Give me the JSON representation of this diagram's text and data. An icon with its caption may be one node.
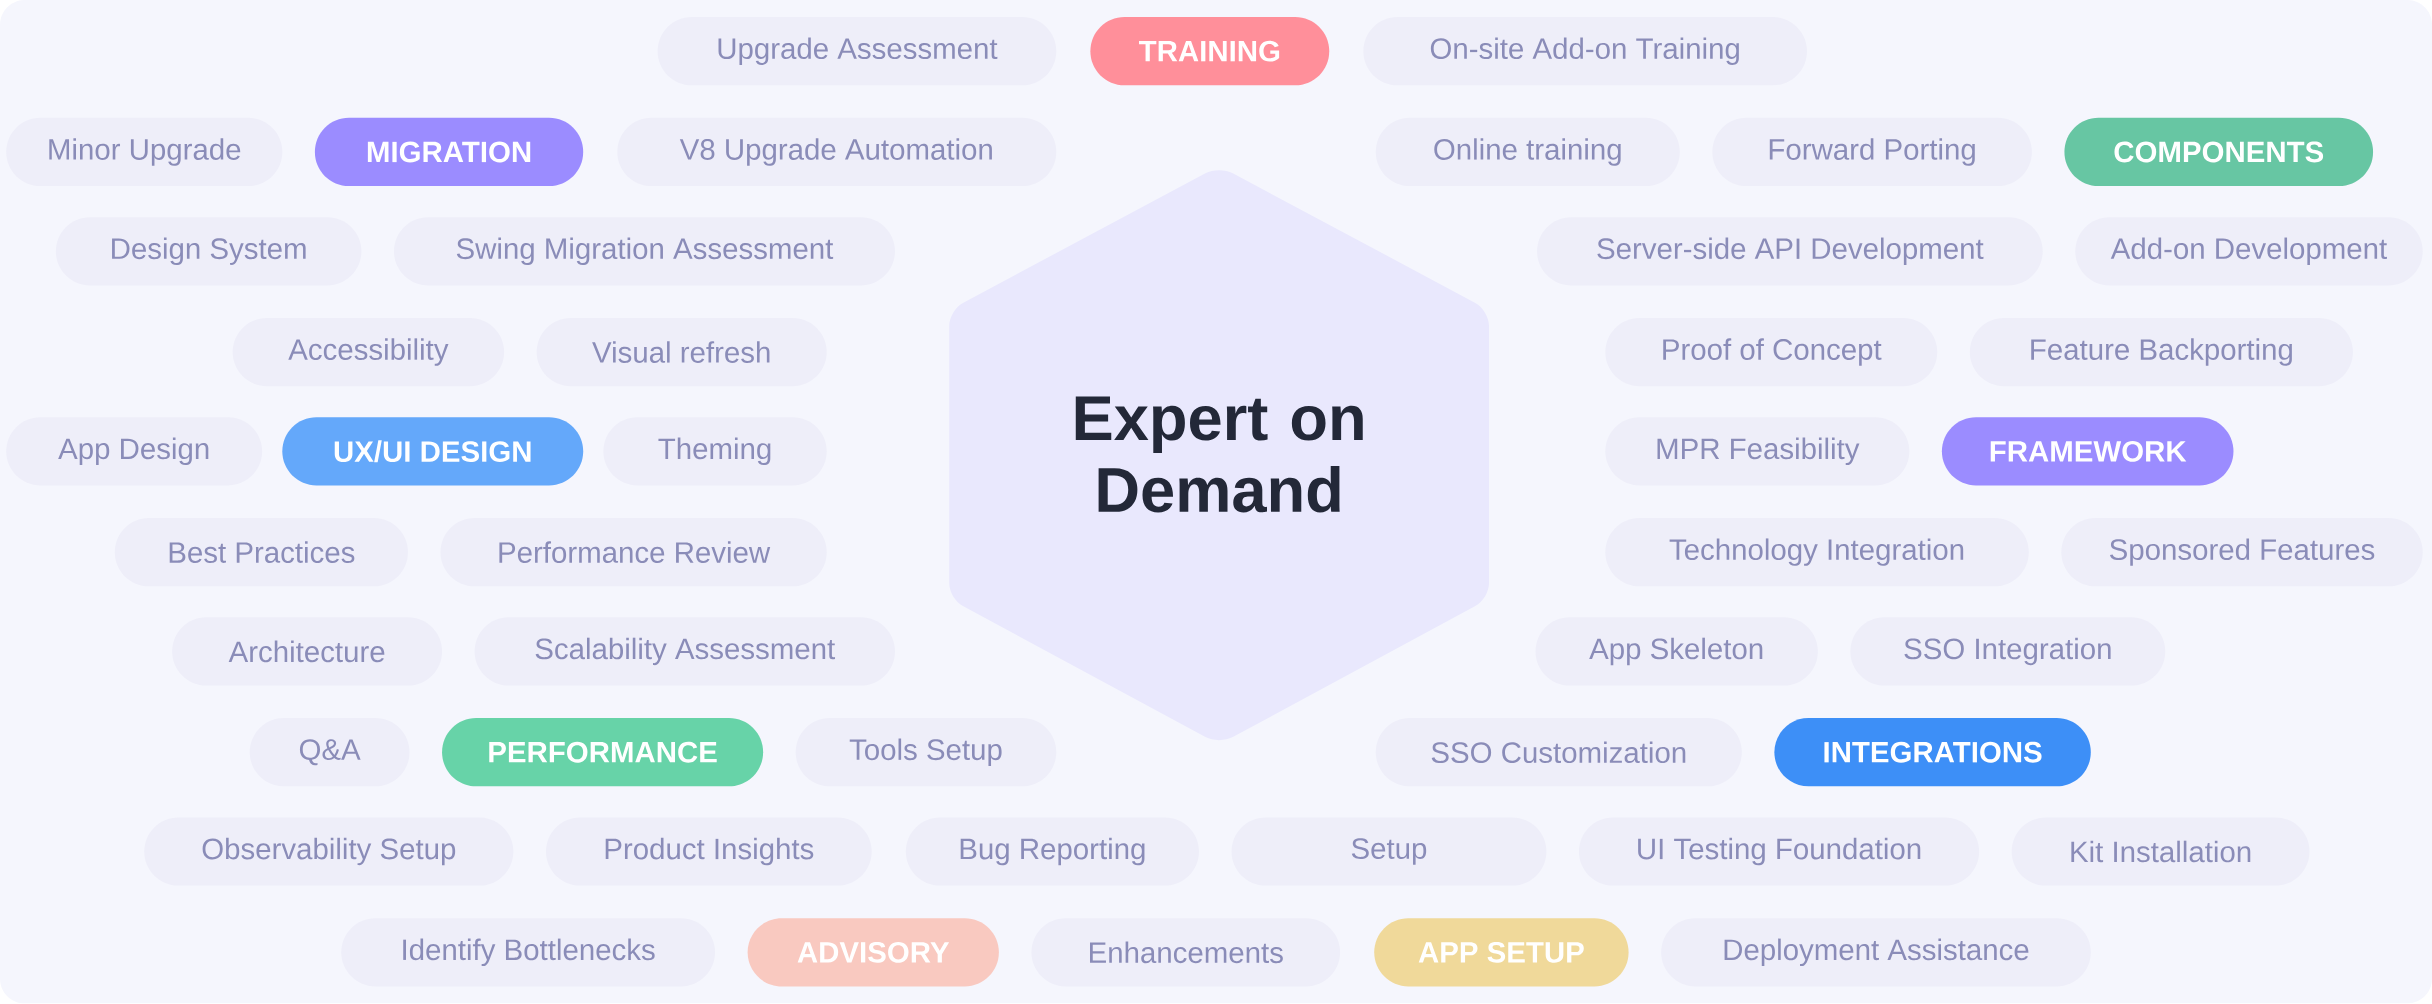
{
  "diagram": {
    "nodes": [
      {
        "text": [
          "Upgrade Assessment"
        ]
      },
      {
        "text": [
          "TRAINING"
        ]
      },
      {
        "text": [
          "On-site Add-on Training"
        ]
      },
      {
        "text": [
          "Minor Upgrade"
        ]
      },
      {
        "text": [
          "MIGRATION"
        ]
      },
      {
        "text": [
          "V8 Upgrade Automation"
        ]
      },
      {
        "text": [
          "Online training"
        ]
      },
      {
        "text": [
          "Forward Porting"
        ]
      },
      {
        "text": [
          "COMPONENTS"
        ]
      },
      {
        "text": [
          "Design System"
        ]
      },
      {
        "text": [
          "Swing Migration Assessment"
        ]
      },
      {
        "text": [
          "Server-side API Development"
        ]
      },
      {
        "text": [
          "Add-on Development"
        ]
      },
      {
        "text": [
          "Accessibility"
        ]
      },
      {
        "text": [
          "Visual refresh"
        ]
      },
      {
        "text": [
          "Proof of Concept"
        ]
      },
      {
        "text": [
          "Feature Backporting"
        ]
      },
      {
        "text": [
          "App Design"
        ]
      },
      {
        "text": [
          "UX/UI DESIGN"
        ]
      },
      {
        "text": [
          "Theming"
        ]
      },
      {
        "text": [
          "Expert on Demand"
        ]
      },
      {
        "text": [
          "MPR Feasibility"
        ]
      },
      {
        "text": [
          "FRAMEWORK"
        ]
      },
      {
        "text": [
          "Best Practices"
        ]
      },
      {
        "text": [
          "Performance Review"
        ]
      },
      {
        "text": [
          "Technology Integration"
        ]
      },
      {
        "text": [
          "Sponsored Features"
        ]
      },
      {
        "text": [
          "Architecture"
        ]
      },
      {
        "text": [
          "Scalability Assessment"
        ]
      },
      {
        "text": [
          "App Skeleton"
        ]
      },
      {
        "text": [
          "SSO Integration"
        ]
      },
      {
        "text": [
          "Q&A"
        ]
      },
      {
        "text": [
          "PERFORMANCE"
        ]
      },
      {
        "text": [
          "Tools Setup"
        ]
      },
      {
        "text": [
          "SSO Customization"
        ]
      },
      {
        "text": [
          "INTEGRATIONS"
        ]
      },
      {
        "text": [
          "Observability Setup"
        ]
      },
      {
        "text": [
          "Product Insights"
        ]
      },
      {
        "text": [
          "Bug Reporting"
        ]
      },
      {
        "text": [
          "Setup"
        ]
      },
      {
        "text": [
          "UI Testing Foundation"
        ]
      },
      {
        "text": [
          "Kit Installation"
        ]
      },
      {
        "text": [
          "Identify Bottlenecks"
        ]
      },
      {
        "text": [
          "ADVISORY"
        ]
      },
      {
        "text": [
          "Enhancements"
        ]
      },
      {
        "text": [
          "APP SETUP"
        ]
      },
      {
        "text": [
          "Deployment Assistance"
        ]
      }
    ]
  }
}
